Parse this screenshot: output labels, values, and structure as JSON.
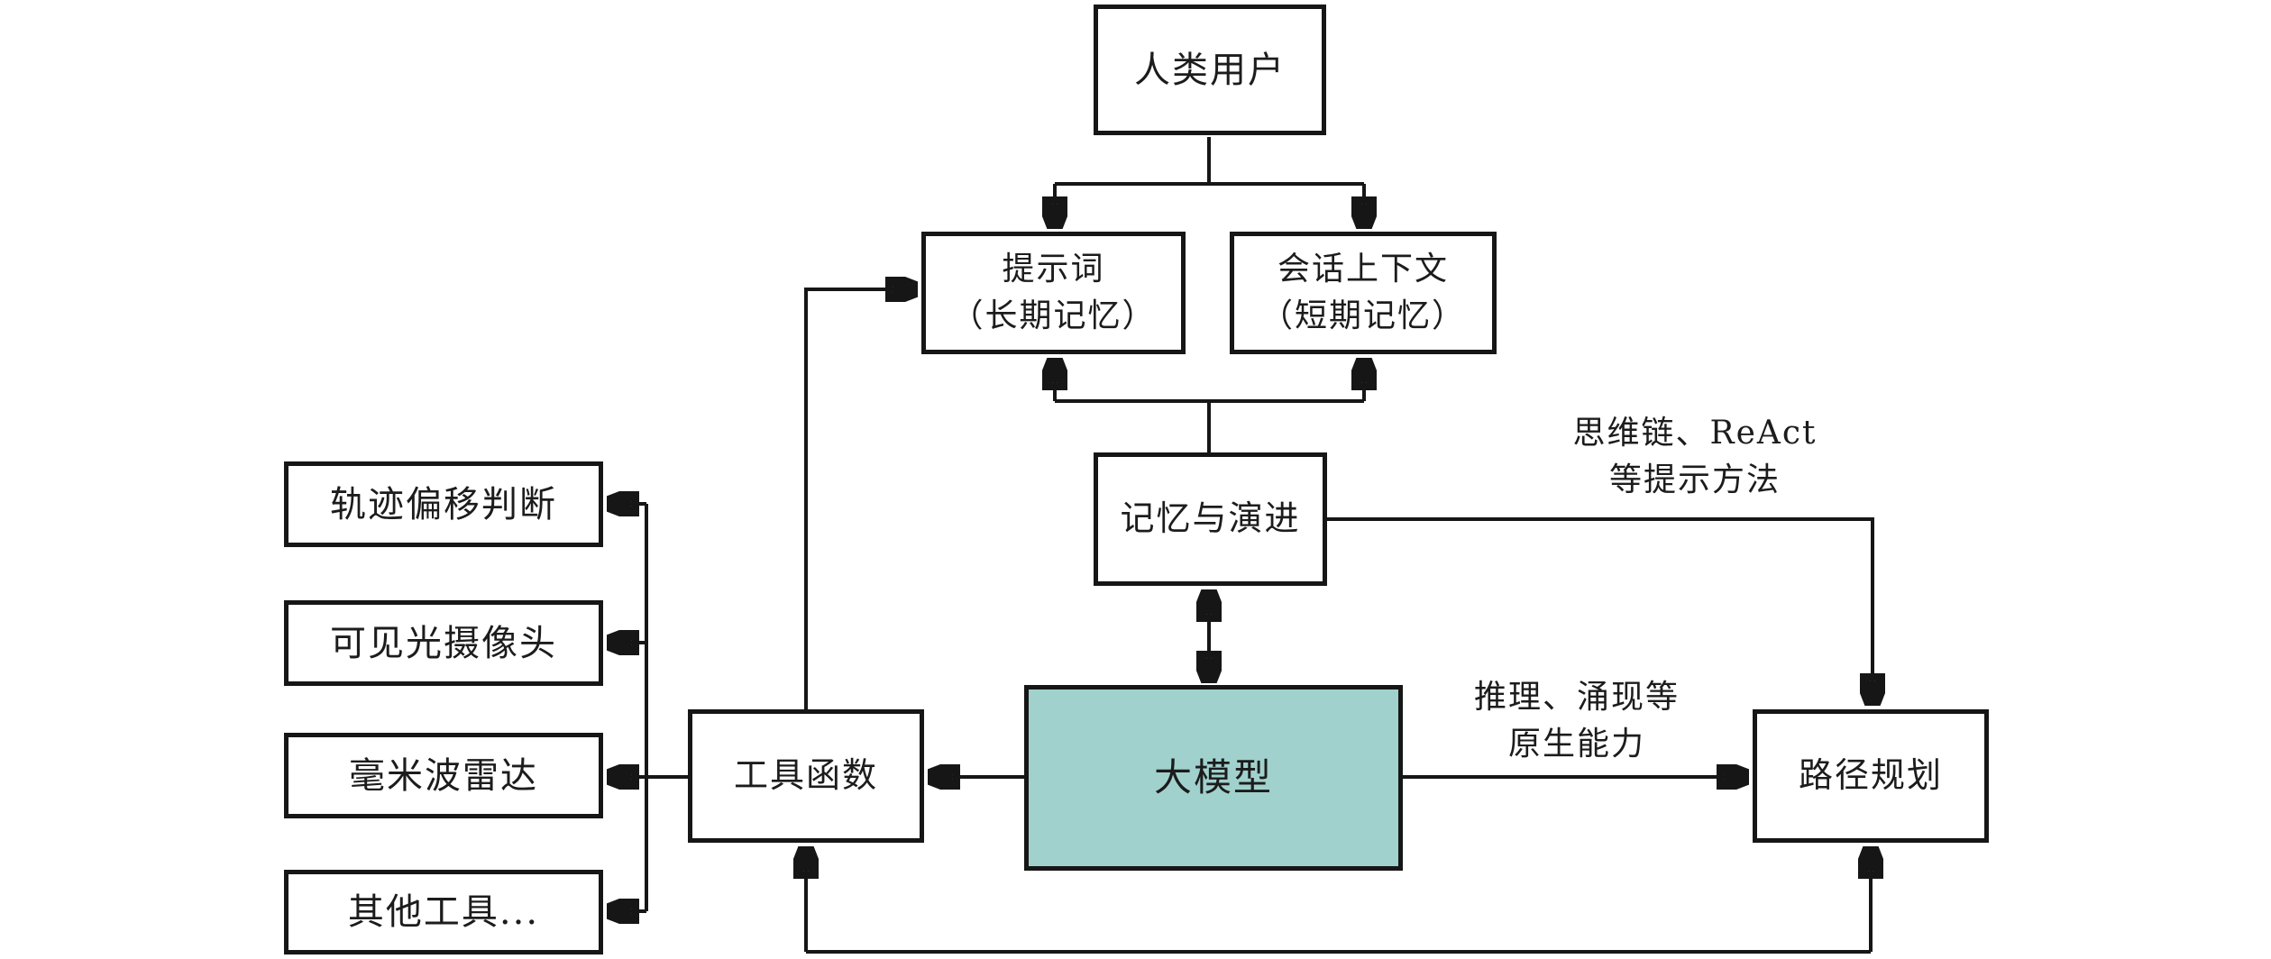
{
  "nodes": {
    "human_user": {
      "label": "人类用户"
    },
    "prompt": {
      "line1": "提示词",
      "line2": "（长期记忆）"
    },
    "session_context": {
      "line1": "会话上下文",
      "line2": "（短期记忆）"
    },
    "memory_evolution": {
      "label": "记忆与演进"
    },
    "llm": {
      "label": "大模型"
    },
    "tool_functions": {
      "label": "工具函数"
    },
    "path_planning": {
      "label": "路径规划"
    },
    "trajectory_deviation": {
      "label": "轨迹偏移判断"
    },
    "visible_light_camera": {
      "label": "可见光摄像头"
    },
    "mmwave_radar": {
      "label": "毫米波雷达"
    },
    "other_tools": {
      "label": "其他工具..."
    }
  },
  "edge_labels": {
    "prompting_methods": {
      "line1": "思维链、ReAct",
      "line2": "等提示方法"
    },
    "native_capabilities": {
      "line1": "推理、涌现等",
      "line2": "原生能力"
    }
  },
  "colors": {
    "line": "#161616",
    "llm_fill": "#a0d1cd",
    "box_fill": "#ffffff",
    "background": "#ffffff"
  }
}
